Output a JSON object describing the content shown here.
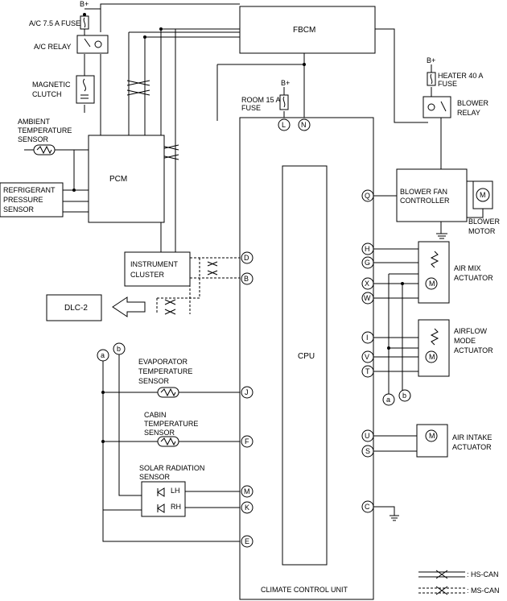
{
  "labels": {
    "b_plus": "B+",
    "ac_fuse": "A/C 7.5 A FUSE",
    "ac_relay": "A/C RELAY",
    "magnetic_clutch": [
      "MAGNETIC",
      "CLUTCH"
    ],
    "fbcm": "FBCM",
    "heater_fuse": [
      "HEATER 40 A",
      "FUSE"
    ],
    "blower_relay": [
      "BLOWER",
      "RELAY"
    ],
    "room_fuse": [
      "ROOM 15 A",
      "FUSE"
    ],
    "ambient_sensor": [
      "AMBIENT",
      "TEMPERATURE",
      "SENSOR"
    ],
    "pcm": "PCM",
    "refrigerant_sensor": [
      "REFRIGERANT",
      "PRESSURE",
      "SENSOR"
    ],
    "blower_fan_controller": [
      "BLOWER FAN",
      "CONTROLLER"
    ],
    "blower_motor": [
      "BLOWER",
      "MOTOR"
    ],
    "instrument_cluster": [
      "INSTRUMENT",
      "CLUSTER"
    ],
    "dlc2": "DLC-2",
    "air_mix_actuator": [
      "AIR MIX",
      "ACTUATOR"
    ],
    "airflow_mode_actuator": [
      "AIRFLOW",
      "MODE",
      "ACTUATOR"
    ],
    "evaporator_sensor": [
      "EVAPORATOR",
      "TEMPERATURE",
      "SENSOR"
    ],
    "cabin_sensor": [
      "CABIN",
      "TEMPERATURE",
      "SENSOR"
    ],
    "solar_sensor": [
      "SOLAR RADIATION",
      "SENSOR"
    ],
    "lh": "LH",
    "rh": "RH",
    "cpu": "CPU",
    "air_intake_actuator": [
      "AIR INTAKE",
      "ACTUATOR"
    ],
    "climate_control_unit": "CLIMATE CONTROL UNIT",
    "motor_symbol": "M",
    "jumper_a": "a",
    "jumper_b": "b"
  },
  "pins": {
    "L": "L",
    "N": "N",
    "D": "D",
    "B": "B",
    "Q": "Q",
    "H": "H",
    "G": "G",
    "X": "X",
    "W": "W",
    "I": "I",
    "V": "V",
    "T": "T",
    "J": "J",
    "F": "F",
    "M": "M",
    "K": "K",
    "E": "E",
    "U": "U",
    "S": "S",
    "C": "C"
  },
  "legend": {
    "hs_can": ": HS-CAN",
    "ms_can": ": MS-CAN"
  }
}
